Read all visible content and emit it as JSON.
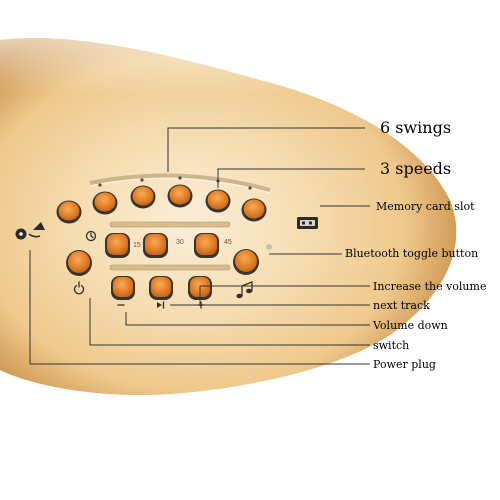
{
  "labels": {
    "swings": "6 swings",
    "speeds": "3 speeds",
    "memory_card_slot": "Memory card slot",
    "bluetooth_toggle": "Bluetooth toggle button",
    "increase_volume": "Increase the volume",
    "next_track": "next track",
    "volume_down": "Volume down",
    "switch": "switch",
    "power_plug": "Power plug"
  },
  "timer": {
    "t15": "15",
    "t30": "30",
    "t45": "45"
  },
  "colors": {
    "panel_light": "#fbeed9",
    "panel_mid": "#efc98d",
    "panel_dark": "#c88d46",
    "button_face": "#e37f26",
    "button_rim": "#3a3430"
  },
  "icons": {
    "power": "power-icon",
    "timer": "clock-icon",
    "volume_up": "plus-icon",
    "volume_down": "minus-icon",
    "next_track": "play-next-icon",
    "music": "music-note-icon",
    "usb": "usb-slot-icon",
    "power_plug": "power-plug-icon"
  }
}
